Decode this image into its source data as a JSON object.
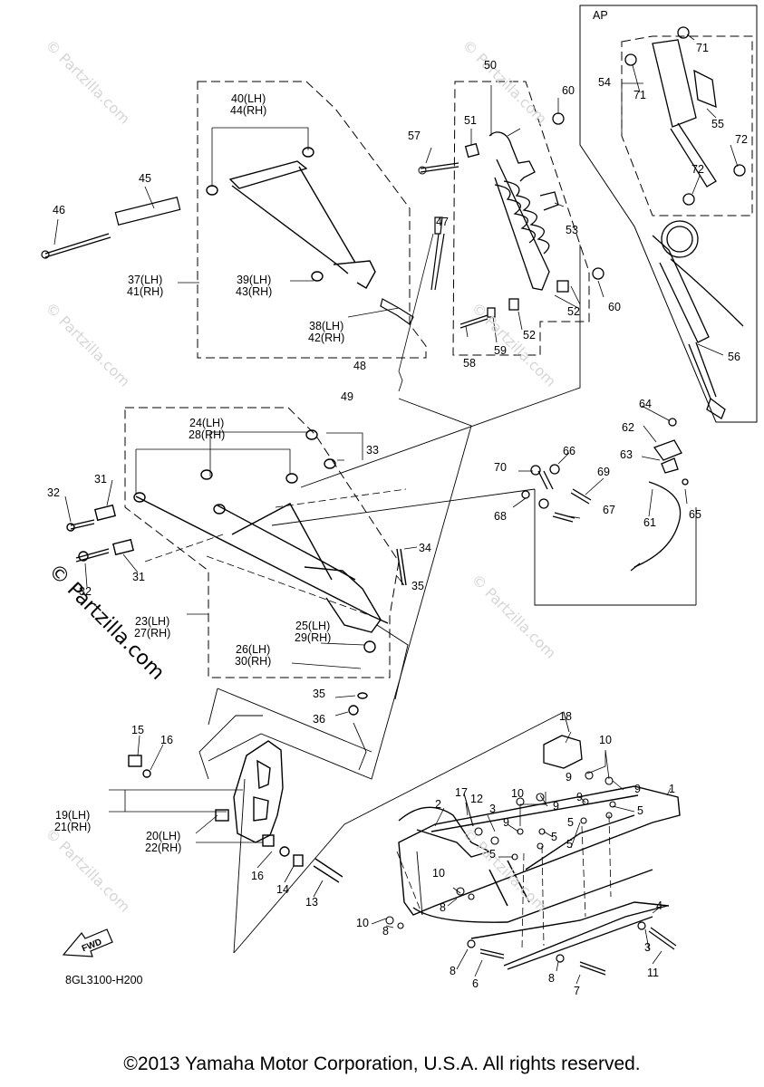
{
  "diagram": {
    "diagram_code": "8GL3100-H200",
    "copyright": "©2013 Yamaha Motor Corporation, U.S.A. All rights reserved.",
    "ap_label": "AP",
    "fwd_label": "FWD",
    "watermark": "© Partzilla.com",
    "callouts": {
      "p1": "1",
      "p2": "2",
      "p3a": "3",
      "p3b": "3",
      "p4": "4",
      "p5a": "5",
      "p5b": "5",
      "p5c": "5",
      "p5d": "5",
      "p5e": "5",
      "p6": "6",
      "p7": "7",
      "p8a": "8",
      "p8b": "8",
      "p8c": "8",
      "p8d": "8",
      "p9a": "9",
      "p9b": "9",
      "p9c": "9",
      "p9d": "9",
      "p9e": "9",
      "p10a": "10",
      "p10b": "10",
      "p10c": "10",
      "p10d": "10",
      "p11": "11",
      "p12": "12",
      "p13": "13",
      "p14": "14",
      "p15": "15",
      "p16a": "16",
      "p16b": "16",
      "p17": "17",
      "p18": "18",
      "p19": "19(LH)\n21(RH)",
      "p20": "20(LH)\n22(RH)",
      "p23": "23(LH)\n27(RH)",
      "p24": "24(LH)\n28(RH)",
      "p25": "25(LH)\n29(RH)",
      "p26": "26(LH)\n30(RH)",
      "p31a": "31",
      "p31b": "31",
      "p32a": "32",
      "p32b": "32",
      "p33": "33",
      "p34": "34",
      "p35a": "35",
      "p35b": "35",
      "p36": "36",
      "p37": "37(LH)\n41(RH)",
      "p38": "38(LH)\n42(RH)",
      "p39": "39(LH)\n43(RH)",
      "p40": "40(LH)\n44(RH)",
      "p45": "45",
      "p46": "46",
      "p47": "47",
      "p48": "48",
      "p49": "49",
      "p50": "50",
      "p51": "51",
      "p52a": "52",
      "p52b": "52",
      "p53": "53",
      "p54": "54",
      "p55": "55",
      "p56": "56",
      "p57": "57",
      "p58": "58",
      "p59": "59",
      "p60a": "60",
      "p60b": "60",
      "p61": "61",
      "p62": "62",
      "p63": "63",
      "p64": "64",
      "p65": "65",
      "p66": "66",
      "p67": "67",
      "p68": "68",
      "p69": "69",
      "p70": "70",
      "p71a": "71",
      "p71b": "71",
      "p72a": "72",
      "p72b": "72"
    }
  }
}
